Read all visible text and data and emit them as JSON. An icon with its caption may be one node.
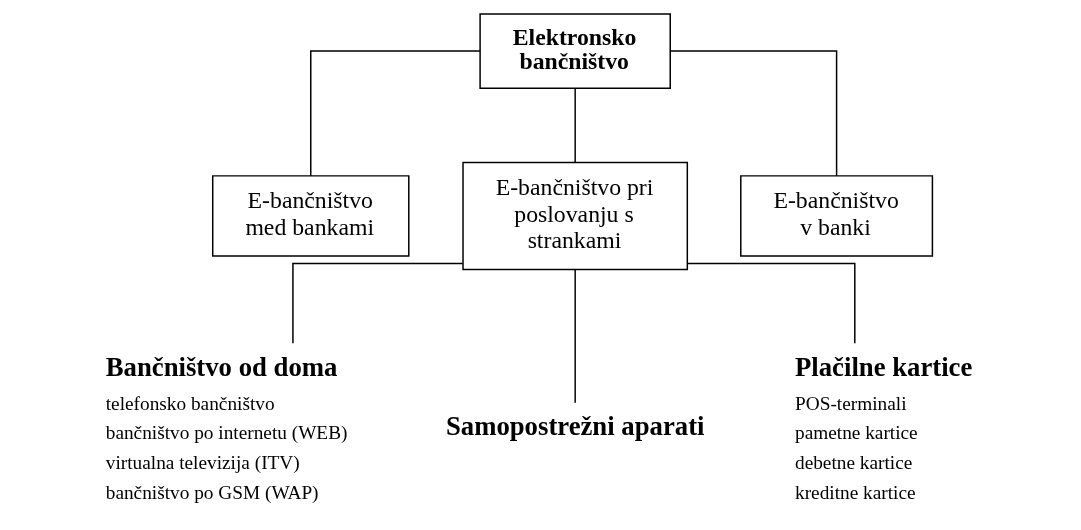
{
  "diagram": {
    "nodes": [
      {
        "text": [
          "Elektronsko bančništvo"
        ]
      },
      {
        "text": [
          "E-bančništvo med bankami"
        ]
      },
      {
        "text": [
          "E-bančništvo pri poslovanju s strankami"
        ]
      },
      {
        "text": [
          "E-bančništvo v banki"
        ]
      },
      {
        "text": [
          "Bančništvo od doma",
          "telefonsko bančništvo",
          "bančništvo po internetu (WEB)",
          "virtualna televizija (ITV)",
          "bančništvo po GSM (WAP)"
        ]
      },
      {
        "text": [
          "Samopostrežni aparati"
        ]
      },
      {
        "text": [
          "Plačilne kartice",
          "POS-terminali",
          "pametne kartice",
          "debetne kartice",
          "kreditne kartice"
        ]
      }
    ],
    "edges": [
      {
        "from": 0,
        "to": 1,
        "arrow": "none"
      },
      {
        "from": 0,
        "to": 2,
        "arrow": "none"
      },
      {
        "from": 0,
        "to": 3,
        "arrow": "none"
      },
      {
        "from": 2,
        "to": 4,
        "arrow": "none"
      },
      {
        "from": 2,
        "to": 5,
        "arrow": "none"
      },
      {
        "from": 2,
        "to": 6,
        "arrow": "none"
      }
    ]
  }
}
